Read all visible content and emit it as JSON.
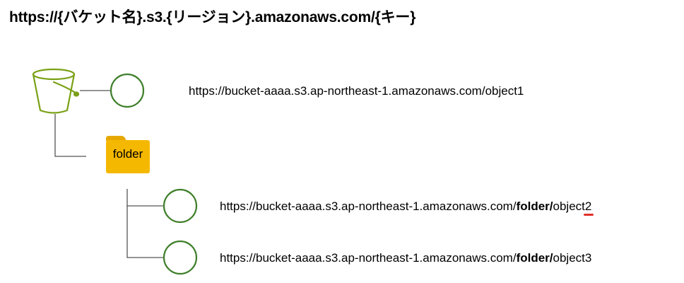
{
  "heading": "https://{バケット名}.s3.{リージョン}.amazonaws.com/{キー}",
  "bucket": {
    "icon": "s3-bucket-icon",
    "color": "#7AA116"
  },
  "folder": {
    "icon": "folder-icon",
    "label": "folder",
    "color": "#F5B800"
  },
  "objects": [
    {
      "icon": "object-circle-icon",
      "url_prefix": "https://bucket-aaaa.s3.ap-northeast-1.amazonaws.com/",
      "url_folder": "",
      "url_key": "object1"
    },
    {
      "icon": "object-circle-icon",
      "url_prefix": "https://bucket-aaaa.s3.ap-northeast-1.amazonaws.com/",
      "url_folder": "folder/",
      "url_key": "object2"
    },
    {
      "icon": "object-circle-icon",
      "url_prefix": "https://bucket-aaaa.s3.ap-northeast-1.amazonaws.com/",
      "url_folder": "folder/",
      "url_key": "object3"
    }
  ],
  "colors": {
    "object_stroke": "#3F7F2A",
    "connector": "#555555"
  }
}
